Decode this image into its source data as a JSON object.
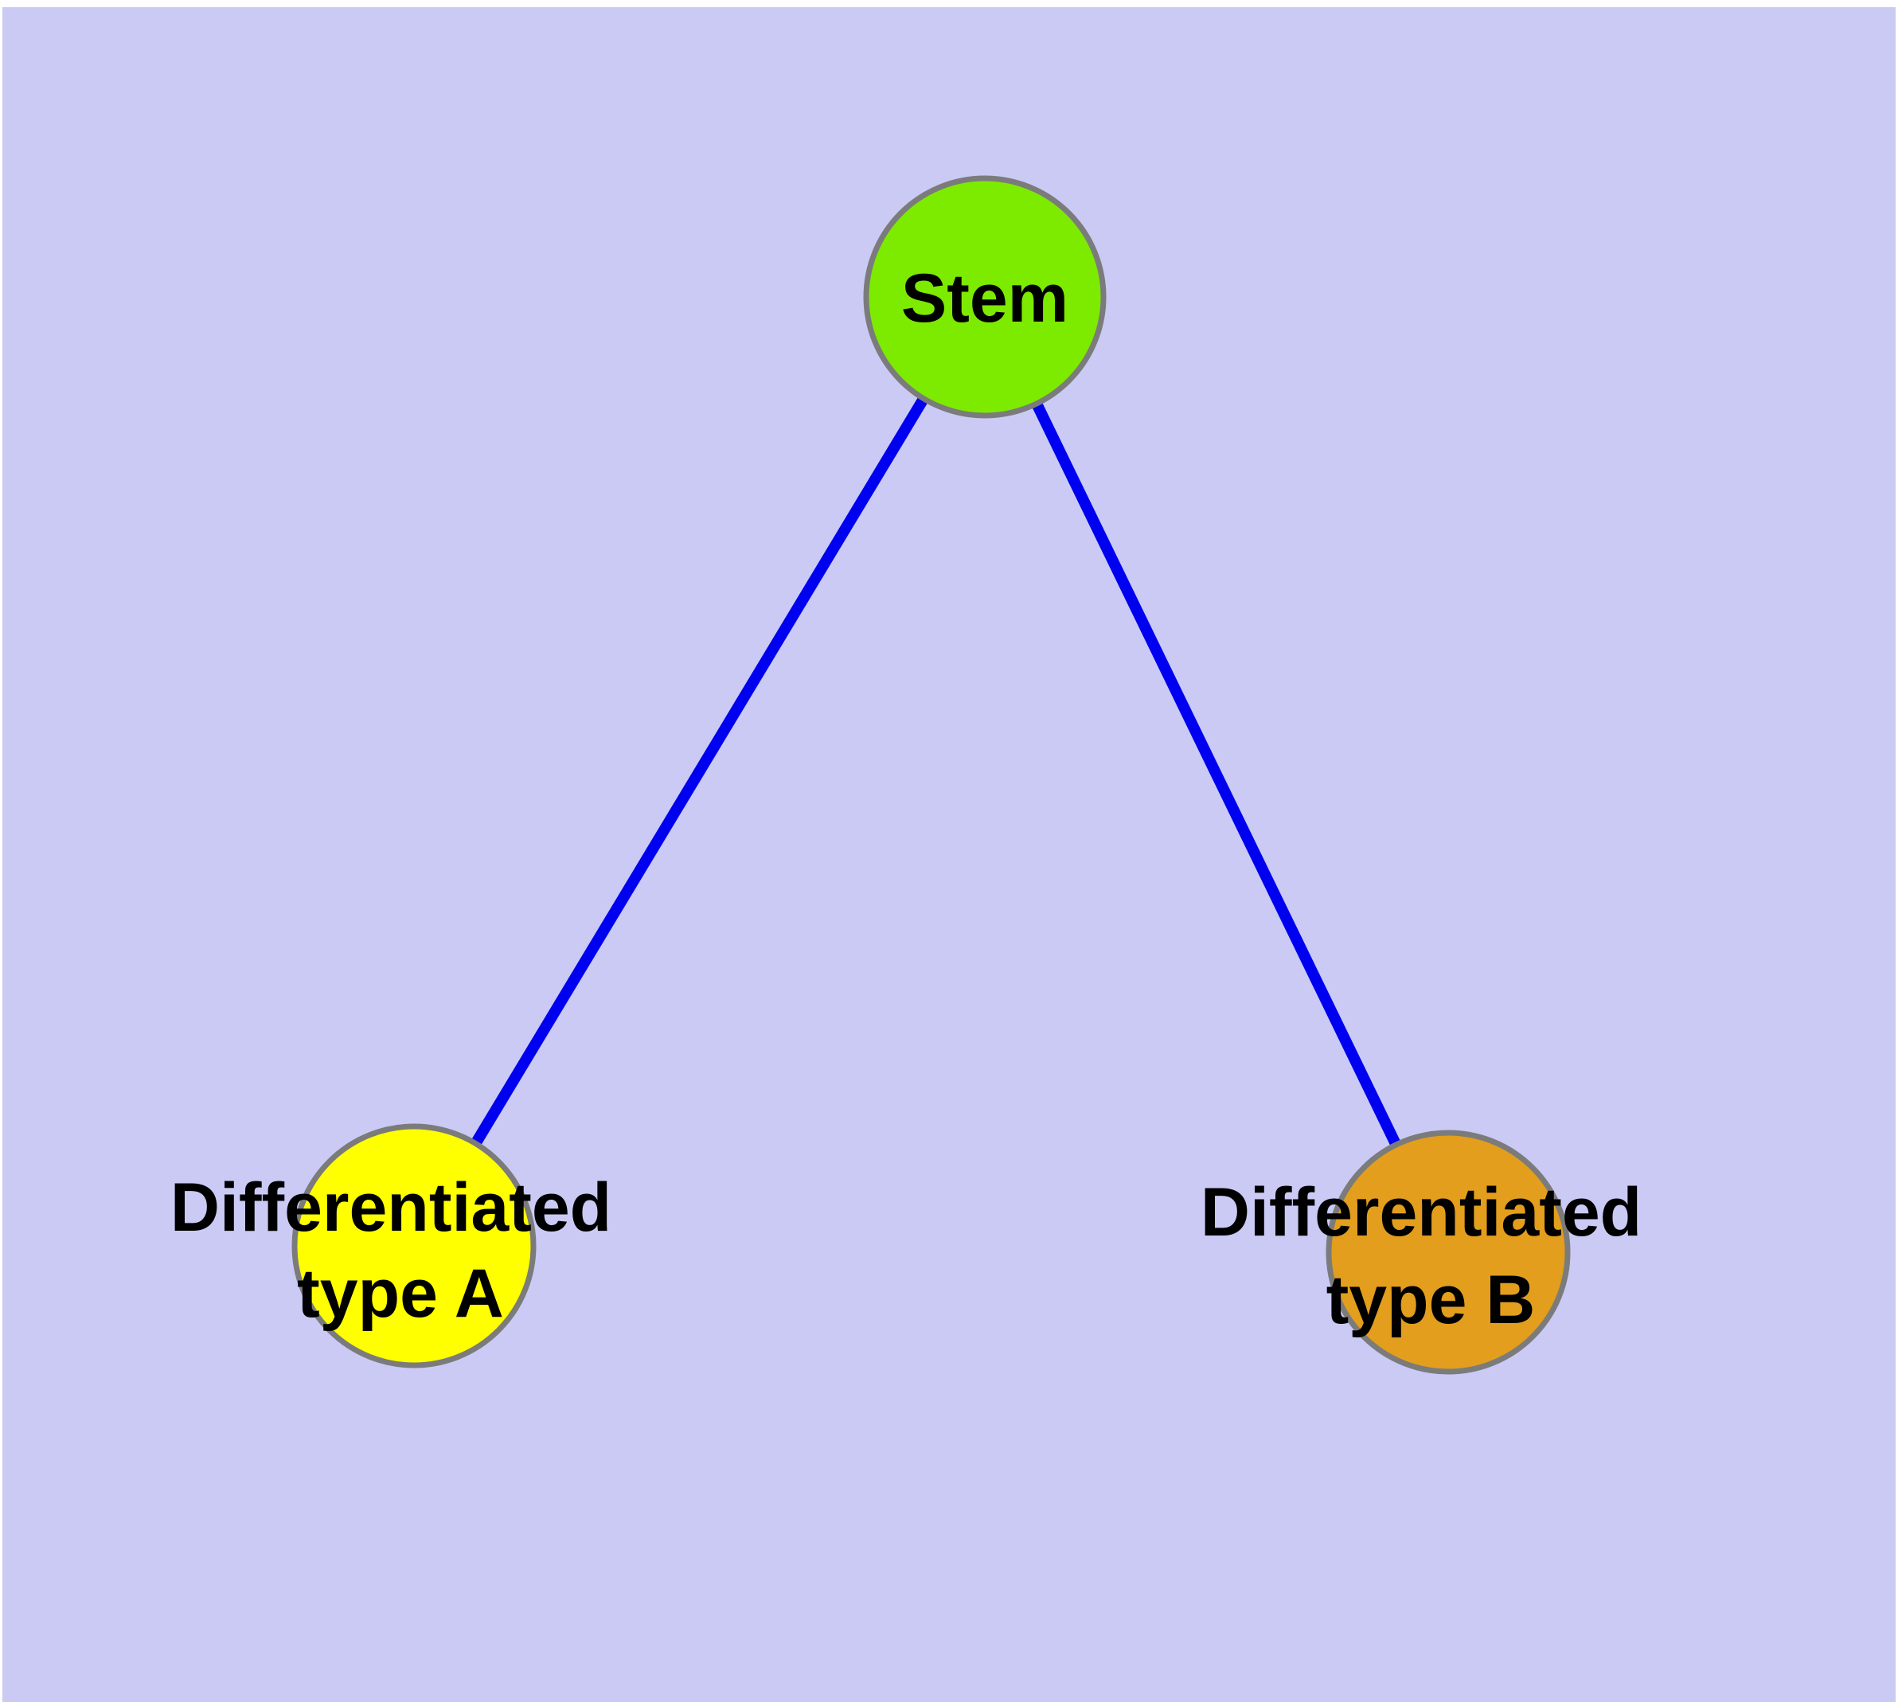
{
  "colors": {
    "background": "#CACAF5",
    "frame": "#FFFFFF",
    "edge": "#0000F0",
    "node_border": "#7B7B7B",
    "label": "#000000"
  },
  "nodes": [
    {
      "id": "stem",
      "label": "Stem",
      "fill": "#7CEB00"
    },
    {
      "id": "differentiated-type-a",
      "label": "Differentiated type A",
      "label_lines": [
        "Differentiated",
        "type A"
      ],
      "fill": "#FFFF00"
    },
    {
      "id": "differentiated-type-b",
      "label": "Differentiated type B",
      "label_lines": [
        "Differentiated",
        "type B"
      ],
      "fill": "#E29E1C"
    }
  ],
  "edges": [
    {
      "from": "stem",
      "to": "differentiated-type-a"
    },
    {
      "from": "stem",
      "to": "differentiated-type-b"
    }
  ]
}
